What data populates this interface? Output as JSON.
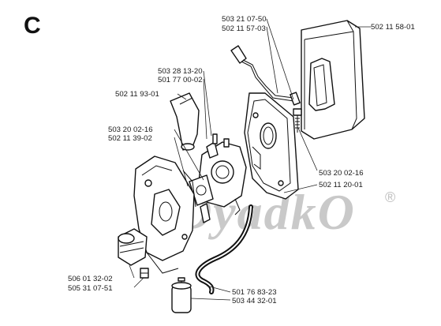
{
  "section_letter": "C",
  "watermark": "DyadkO",
  "registered_mark": "®",
  "part_labels": {
    "air_filter": "502 11 58-01",
    "throttle_rod_1": "503 21 07-50",
    "throttle_rod_2": "502 11 57-03",
    "carb_upper_1": "503 28 13-20",
    "carb_upper_2": "501 77 00-02",
    "elbow": "502 11 93-01",
    "carb_mid_1": "503 20 02-16",
    "carb_mid_2": "502 11 39-02",
    "screw_1": "503 20 02-16",
    "screw_2": "502 11 20-01",
    "bellows_1": "506 01 32-02",
    "bellows_2": "505 31 07-51",
    "fuel_hose_1": "501 76 83-23",
    "fuel_hose_2": "503 44 32-01"
  }
}
